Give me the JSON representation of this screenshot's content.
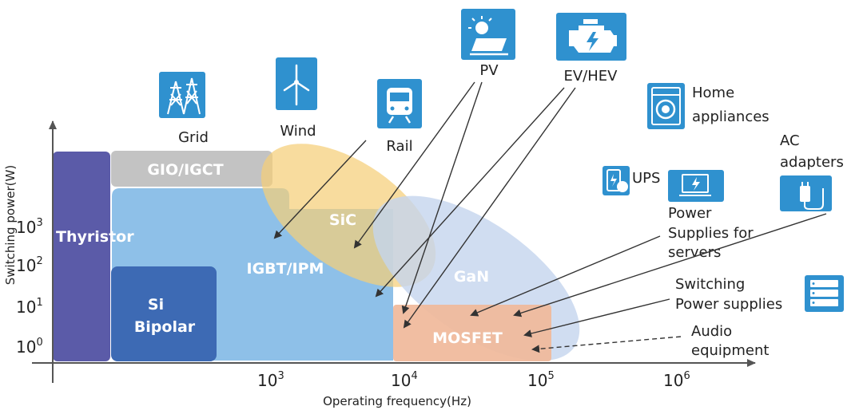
{
  "axes": {
    "x_label": "Operating frequency(Hz)",
    "y_label": "Switching power(W)",
    "x_ticks": [
      {
        "base": "10",
        "exp": "3"
      },
      {
        "base": "10",
        "exp": "4"
      },
      {
        "base": "10",
        "exp": "5"
      },
      {
        "base": "10",
        "exp": "6"
      }
    ],
    "y_ticks": [
      {
        "base": "10",
        "exp": "3"
      },
      {
        "base": "10",
        "exp": "2"
      },
      {
        "base": "10",
        "exp": "1"
      },
      {
        "base": "10",
        "exp": "0"
      }
    ]
  },
  "regions": {
    "thyristor": "Thyristor",
    "gio_igct": "GIO/IGCT",
    "igbt_ipm": "IGBT/IPM",
    "si_bipolar_1": "Si",
    "si_bipolar_2": "Bipolar",
    "sic": "SiC",
    "gan": "GaN",
    "mosfet": "MOSFET"
  },
  "applications": {
    "grid": "Grid",
    "wind": "Wind",
    "rail": "Rail",
    "pv": "PV",
    "ev_hev": "EV/HEV",
    "home_1": "Home",
    "home_2": "appliances",
    "ups": "UPS",
    "ac_1": "AC",
    "ac_2": "adapters",
    "psu_1": "Power",
    "psu_2": "Supplies for",
    "psu_3": "servers",
    "sps_1": "Switching",
    "sps_2": "Power supplies",
    "audio_1": "Audio",
    "audio_2": "equipment"
  },
  "icons": [
    "grid-tower-icon",
    "wind-turbine-icon",
    "train-icon",
    "solar-panel-icon",
    "engine-icon",
    "washing-machine-icon",
    "ups-icon",
    "power-supply-icon",
    "ac-adapter-icon",
    "server-rack-icon"
  ],
  "colors": {
    "thyristor": "#5a5aa8",
    "gio_igct": "#c0c0c0",
    "igbt": "#8fc0e8",
    "si_bipolar": "#3c69b4",
    "sic": "#f5d07a",
    "gan": "#c8d6ee",
    "mosfet": "#f1b99c",
    "icon_bg": "#2f91cf"
  }
}
